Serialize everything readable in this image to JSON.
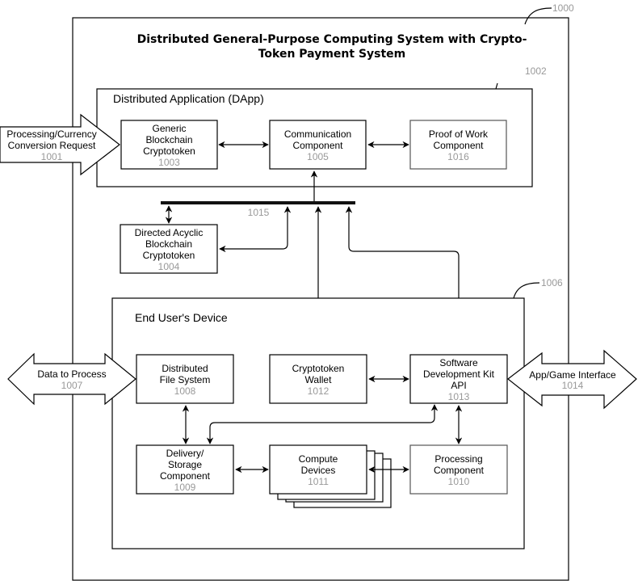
{
  "diagram": {
    "title_line1": "Distributed General-Purpose Computing System with Crypto-",
    "title_line2": "Token Payment System",
    "ref_system": "1000",
    "dapp": {
      "label": "Distributed Application (DApp)",
      "ref": "1002"
    },
    "device": {
      "label": "End User's Device",
      "ref": "1006"
    },
    "bus_ref": "1015",
    "nodes": {
      "generic_token": {
        "lines": [
          "Generic",
          "Blockchain",
          "Cryptotoken"
        ],
        "ref": "1003"
      },
      "communication": {
        "lines": [
          "Communication",
          "Component"
        ],
        "ref": "1005"
      },
      "proof_of_work": {
        "lines": [
          "Proof of Work",
          "Component"
        ],
        "ref": "1016"
      },
      "dag_token": {
        "lines": [
          "Directed Acyclic",
          "Blockchain",
          "Cryptotoken"
        ],
        "ref": "1004"
      },
      "dfs": {
        "lines": [
          "Distributed",
          "File System"
        ],
        "ref": "1008"
      },
      "wallet": {
        "lines": [
          "Cryptotoken",
          "Wallet"
        ],
        "ref": "1012"
      },
      "sdk": {
        "lines": [
          "Software",
          "Development Kit",
          "API"
        ],
        "ref": "1013"
      },
      "delivery": {
        "lines": [
          "Delivery/",
          "Storage",
          "Component"
        ],
        "ref": "1009"
      },
      "compute": {
        "lines": [
          "Compute",
          "Devices"
        ],
        "ref": "1011"
      },
      "processing": {
        "lines": [
          "Processing",
          "Component"
        ],
        "ref": "1010"
      }
    },
    "arrows": {
      "request": {
        "lines": [
          "Processing/Currency",
          "Conversion Request"
        ],
        "ref": "1001"
      },
      "data": {
        "lines": [
          "Data to Process"
        ],
        "ref": "1007"
      },
      "app": {
        "lines": [
          "App/Game Interface"
        ],
        "ref": "1014"
      }
    }
  }
}
